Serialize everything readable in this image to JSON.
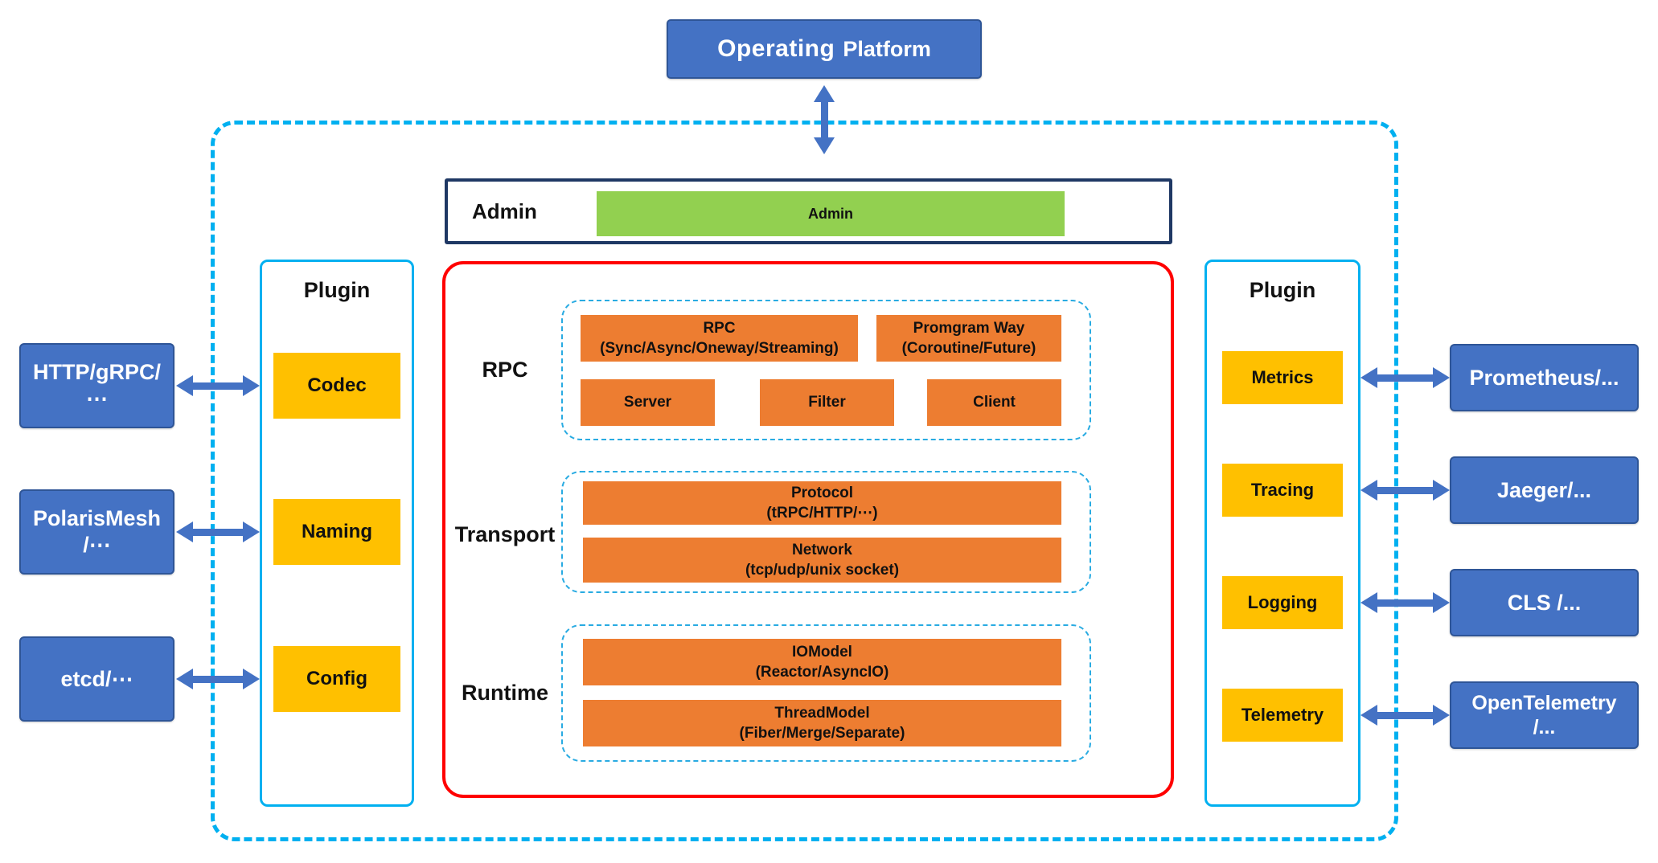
{
  "colors": {
    "primary_blue": "#4472C4",
    "cyan": "#00B0F0",
    "inner_cyan": "#29ABE2",
    "red": "#FF0000",
    "navy": "#1F3864",
    "green": "#92D050",
    "yellow": "#FFC000",
    "orange": "#ED7D31",
    "arrow": "#4472C4"
  },
  "operating_platform": {
    "word1": "Operating",
    "word2": "Platform"
  },
  "admin": {
    "label": "Admin",
    "bar_label": "Admin"
  },
  "core": {
    "rpc": {
      "label": "RPC",
      "main": {
        "line1": "RPC",
        "line2": "(Sync/Async/Oneway/Streaming)"
      },
      "program_way": {
        "line1": "Promgram Way",
        "line2": "(Coroutine/Future)"
      },
      "server": "Server",
      "filter": "Filter",
      "client": "Client"
    },
    "transport": {
      "label": "Transport",
      "protocol": {
        "line1": "Protocol",
        "line2": "(tRPC/HTTP/⋯)"
      },
      "network": {
        "line1": "Network",
        "line2": "(tcp/udp/unix socket)"
      }
    },
    "runtime": {
      "label": "Runtime",
      "io_model": {
        "line1": "IOModel",
        "line2": "(Reactor/AsyncIO)"
      },
      "thread_model": {
        "line1": "ThreadModel",
        "line2": "(Fiber/Merge/Separate)"
      }
    }
  },
  "plugin_left": {
    "title": "Plugin",
    "items": [
      "Codec",
      "Naming",
      "Config"
    ]
  },
  "plugin_right": {
    "title": "Plugin",
    "items": [
      "Metrics",
      "Tracing",
      "Logging",
      "Telemetry"
    ]
  },
  "external_left": [
    {
      "line1": "HTTP/gRPC/",
      "line2": "⋯"
    },
    {
      "line1": "PolarisMesh",
      "line2": "/⋯"
    },
    {
      "line1": "etcd/⋯",
      "line2": ""
    }
  ],
  "external_right": [
    {
      "line1": "Prometheus/...",
      "line2": ""
    },
    {
      "line1": "Jaeger/...",
      "line2": ""
    },
    {
      "line1": "CLS /...",
      "line2": ""
    },
    {
      "line1": "OpenTelemetry",
      "line2": "/..."
    }
  ]
}
